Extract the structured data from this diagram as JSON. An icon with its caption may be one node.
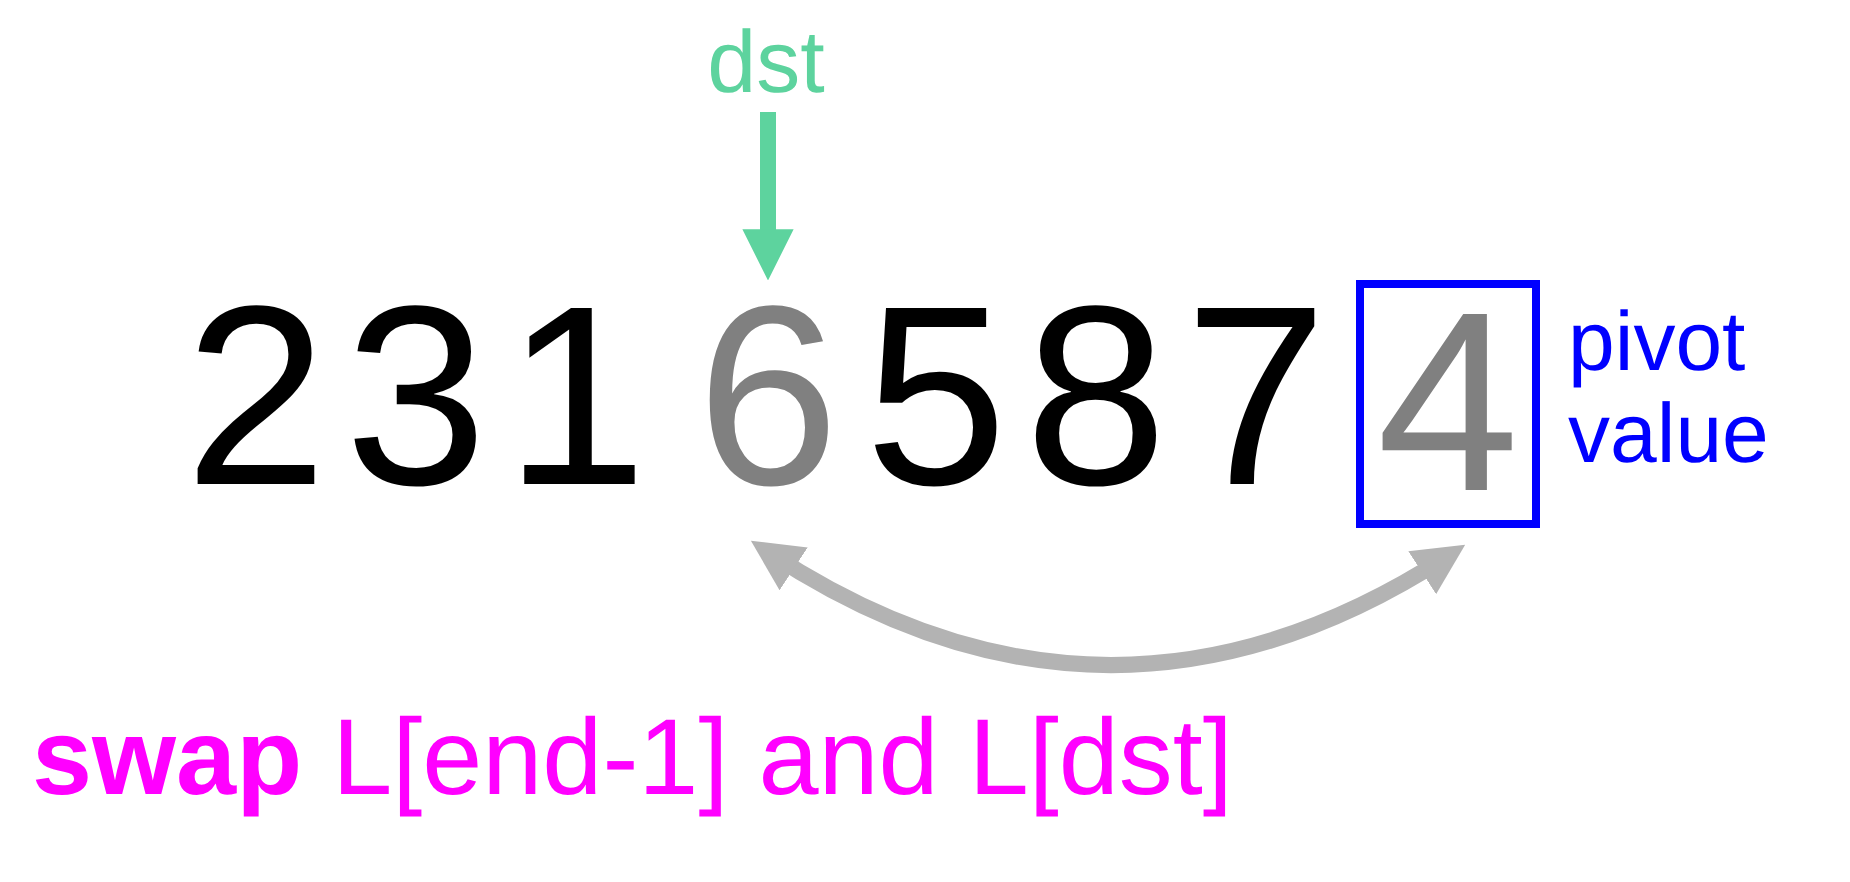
{
  "diagram": {
    "nodes": [
      {
        "text": [
          "dst"
        ]
      },
      {
        "text": [
          "2"
        ]
      },
      {
        "text": [
          "3"
        ]
      },
      {
        "text": [
          "1"
        ]
      },
      {
        "text": [
          "6"
        ]
      },
      {
        "text": [
          "5"
        ]
      },
      {
        "text": [
          "8"
        ]
      },
      {
        "text": [
          "7"
        ]
      },
      {
        "text": [
          "4"
        ],
        "beside": [
          "pivot value"
        ]
      }
    ],
    "edges": [
      {
        "from": 0,
        "to": 4,
        "arrow": "to",
        "color": "#5dd39e"
      },
      {
        "from": 4,
        "to": 8,
        "arrow": "both",
        "color": "#b3b3b3"
      }
    ],
    "labels": [
      "**swap** L[end-1] and L[dst]"
    ]
  }
}
